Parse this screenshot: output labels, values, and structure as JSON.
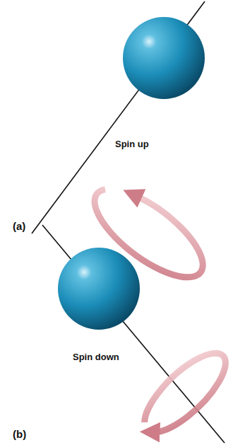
{
  "diagram": {
    "labels": [
      "Spin up",
      "(a)",
      "Spin down",
      "(b)"
    ]
  }
}
